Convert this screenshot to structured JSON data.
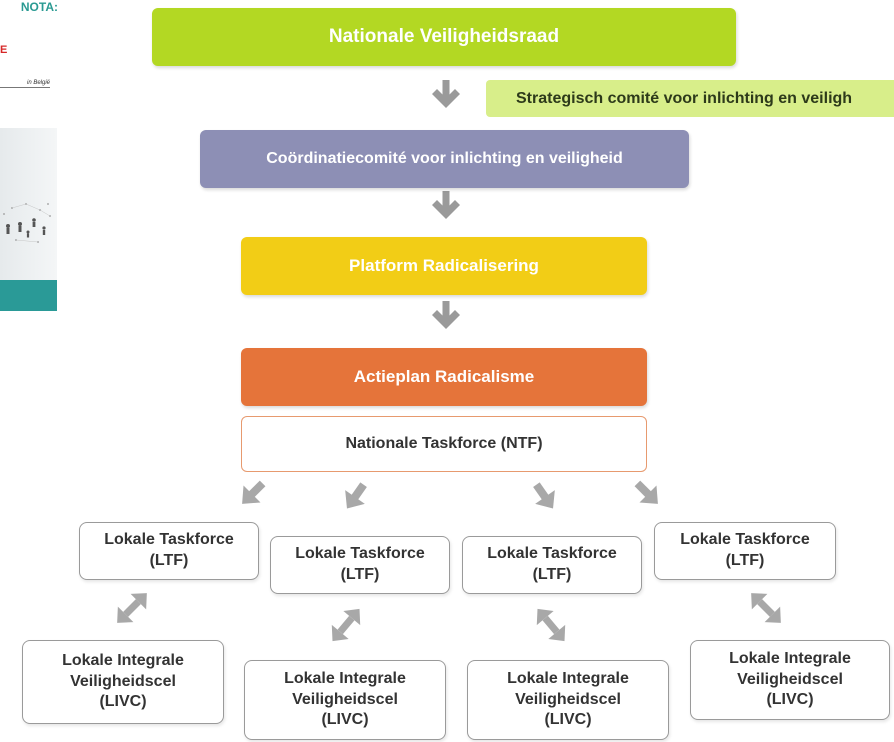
{
  "thumbnail": {
    "title_fragment": "NOTA:",
    "line2_fragment": "E",
    "subtitle_fragment": "in België"
  },
  "diagram": {
    "nationale_veiligheidsraad": "Nationale Veiligheidsraad",
    "strategisch_comite": "Strategisch comité voor inlichting en veiligh",
    "coordinatiecomite": "Coördinatiecomité voor inlichting en veiligheid",
    "platform_radicalisering": "Platform Radicalisering",
    "actieplan_radicalisme": "Actieplan Radicalisme",
    "nationale_taskforce": "Nationale Taskforce (NTF)",
    "lokale_taskforces": [
      "Lokale Taskforce\n(LTF)",
      "Lokale Taskforce\n(LTF)",
      "Lokale Taskforce\n(LTF)",
      "Lokale Taskforce\n(LTF)"
    ],
    "livcs": [
      "Lokale Integrale\nVeiligheidscel\n(LIVC)",
      "Lokale Integrale\nVeiligheidscel\n(LIVC)",
      "Lokale Integrale\nVeiligheidscel\n(LIVC)",
      "Lokale Integrale\nVeiligheidscel\n(LIVC)"
    ]
  },
  "colors": {
    "nvr": "#b3d823",
    "strategisch": "#d8ee8a",
    "coordinatie": "#8d8fb5",
    "platform": "#f2cd16",
    "actieplan": "#e5743a",
    "arrow": "#9a9a9a",
    "thumb_accent": "#2a9a97"
  }
}
